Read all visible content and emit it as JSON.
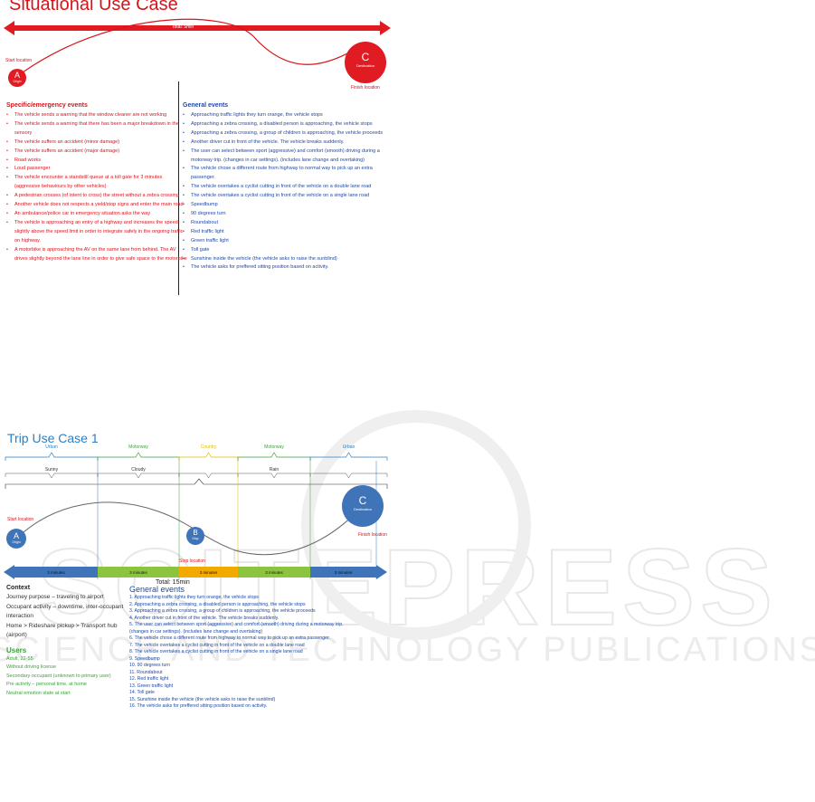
{
  "situational": {
    "title": "Situational Use Case",
    "total_label": "Total: 5min",
    "node_a": {
      "letter": "A",
      "sub": "Origin"
    },
    "node_c": {
      "letter": "C",
      "sub": "Destination"
    },
    "start_label": "Start location",
    "finish_label": "Finish location",
    "specific_heading": "Specific/emergency events",
    "specific_events": [
      "The vehicle sends a warning that the window cleaner are not working",
      "The vehicle sends a warning that there has been a major breakdown in the",
      "sensory",
      "The vehicle suffers an accident (minor damage)",
      "The vehicle suffers an accident (major damage)",
      "Road works",
      "Loud passenger",
      "The vehicle encounter a standstill queue at a toll gate for 3 minutes",
      "(aggressive behaviours by other vehicles)",
      "A pedestrian crosses (of intent to cross) the street without a zebra crossing",
      "Another vehicle does not respects a yield/stop signs and enter the main road",
      "An ambulance/police car in emergency situation asks the way",
      "The vehicle is approaching an entry of a highway and increases the speed",
      "slightly above the speed limit in order to integrate safely in the ongoing traffic",
      "on highway.",
      "A motorbike is approaching the AV on the same lane from behind. The AV",
      "drives slightly beyond the lane line in order to give safe space to the motorbike"
    ],
    "specific_bullets": [
      true,
      true,
      false,
      true,
      true,
      true,
      true,
      true,
      false,
      true,
      true,
      true,
      true,
      false,
      false,
      true,
      false
    ],
    "general_heading": "General events",
    "general_events": [
      "Approaching traffic lights they turn orange, the vehicle stops",
      "Approaching a zebra crossing, a disabled person is approaching, the vehicle stops",
      "Approaching a zebra crossing, a group of children is approaching, the vehicle proceeds",
      "Another driver cut in front of the vehicle. The vehicle breaks suddenly.",
      "The user can select between sport (aggressive) and comfort (smooth) driving during a",
      "motorway trip. (changes in car settings). (includes lane change and overtaking)",
      "The vehicle chose a different route from highway to normal way to pick up an extra",
      "passenger.",
      "The vehicle overtakes a cyclist cutting in front of the vehicle on a double lane road",
      "The vehicle overtakes a cyclist cutting in front of the vehicle on a single lane road",
      "Speedbump",
      "90 degrees turn",
      "Roundabout",
      "Red traffic light",
      "Green traffic light",
      "Toll gate",
      "Sunshine inside the vehicle  (the vehicle asks to raise the sunblind)",
      "The vehicle asks for preffered sitting position based on activity."
    ],
    "general_bullets": [
      true,
      true,
      true,
      true,
      true,
      false,
      true,
      false,
      true,
      true,
      true,
      true,
      true,
      true,
      true,
      true,
      true,
      true
    ]
  },
  "trip": {
    "title": "Trip Use Case 1",
    "road_types": [
      "Urban",
      "Motorway",
      "Country",
      "Motorway",
      "Urban"
    ],
    "road_colors": [
      "#2b7fc4",
      "#3aa23a",
      "#e6b800",
      "#3aa23a",
      "#2b7fc4"
    ],
    "weather": [
      "Sunny",
      "Cloudy",
      "",
      "Rain",
      ""
    ],
    "segment_labels": [
      "3 minutes",
      "3 minutes",
      "3 minutes",
      "3 minutes",
      "3 minutes"
    ],
    "segment_colors": [
      "#3f74b8",
      "#8cc43f",
      "#f2a900",
      "#8cc43f",
      "#3f74b8"
    ],
    "total_label": "Total: 15min",
    "node_a": {
      "letter": "A",
      "sub": "Origin"
    },
    "node_b": {
      "letter": "B",
      "sub": "Stop"
    },
    "node_c": {
      "letter": "C",
      "sub": "Destination"
    },
    "start_label": "Start location",
    "stop_label": "Stop location",
    "finish_label": "Finish location",
    "context_heading": "Context",
    "context_lines": [
      "Journey purpose – traveling to airport",
      "Occupant activity – downtime, inter-occupant",
      "interaction",
      "Home > Rideshare pickup > Transport hub",
      "(airport)"
    ],
    "users_heading": "Users",
    "users_lines": [
      "Adult, 22-55",
      "Without driving license",
      "Secondary occupant (unknown to primary user)",
      "Pre activity – personal time, at home",
      "Neutral emotion state at start"
    ],
    "general_heading": "General events",
    "general_events": [
      "1. Approaching traffic lights they turn orange, the vehicle stops",
      "2. Approaching a zebra crossing, a disabled person is approaching, the vehicle stops",
      "3. Approaching a zebra crossing, a group of children is approaching, the vehicle proceeds",
      "4. Another driver cut in front of the vehicle. The vehicle breaks suddenly.",
      "5. The user can select between sport (aggressive) and comfort (smooth) driving during a motorway trip.",
      "(changes in car settings). (includes lane change and overtaking)",
      "6. The vehicle chose a different route from highway to normal way to pick up an extra passenger.",
      "7. The vehicle overtakes a cyclist cutting in front of the vehicle on a double lane road",
      "8. The vehicle overtakes a cyclist cutting in front of the vehicle on a single lane road",
      "9. Speedbump",
      "10. 90 degrees turn",
      "11. Roundabout",
      "12. Red traffic light",
      "13. Green traffic light",
      "14. Toll gate",
      "15. Sunshine inside the vehicle  (the vehicle asks to raise the sunblind)",
      "16. The vehicle asks for preffered sitting position based on activity."
    ]
  },
  "watermark": {
    "text": "SCITEPRESS",
    "subtext": "SCIENCE AND TECHNOLOGY PUBLICATIONS"
  },
  "colors": {
    "red": "#d8141b",
    "blue": "#2b7fc4",
    "navy": "#1e4aa8",
    "green": "#3aa23a"
  }
}
